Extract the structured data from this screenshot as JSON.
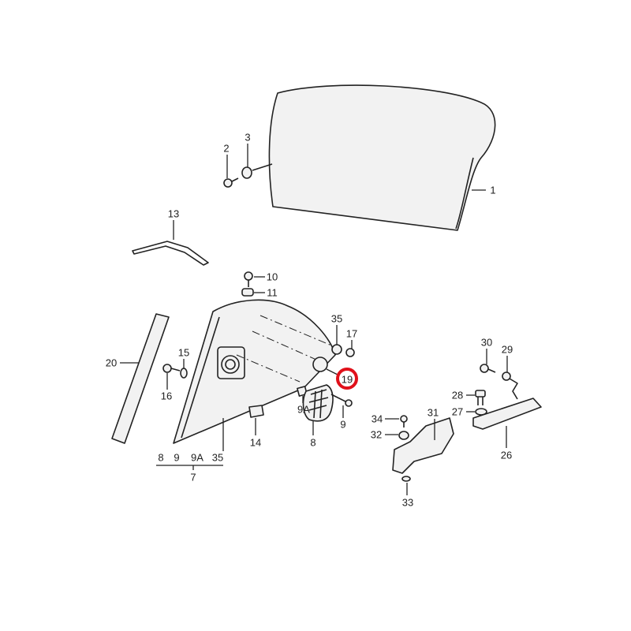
{
  "diagram": {
    "highlight_color": "#e0101a",
    "highlighted_part": "19",
    "callouts": {
      "c1": "1",
      "c2": "2",
      "c3": "3",
      "c13": "13",
      "c10": "10",
      "c11": "11",
      "c35": "35",
      "c17": "17",
      "c19": "19",
      "c20": "20",
      "c15": "15",
      "c16": "16",
      "c9a": "9A",
      "c8": "8",
      "c9": "9",
      "c14": "14",
      "c30": "30",
      "c29": "29",
      "c28": "28",
      "c27": "27",
      "c26": "26",
      "c31": "31",
      "c34": "34",
      "c32": "32",
      "c33": "33"
    },
    "assembly_group": {
      "items": [
        "8",
        "9",
        "9A",
        "35"
      ],
      "total": "7"
    }
  }
}
